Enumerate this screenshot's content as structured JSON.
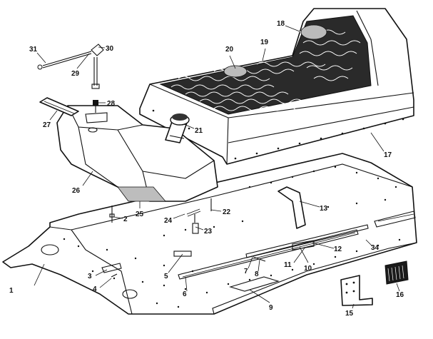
{
  "parts": [
    {
      "id": "p1",
      "label": "1"
    },
    {
      "id": "p2",
      "label": "2"
    },
    {
      "id": "p3",
      "label": "3"
    },
    {
      "id": "p4",
      "label": "4"
    },
    {
      "id": "p5",
      "label": "5"
    },
    {
      "id": "p6",
      "label": "6"
    },
    {
      "id": "p7",
      "label": "7"
    },
    {
      "id": "p8",
      "label": "8"
    },
    {
      "id": "p9",
      "label": "9"
    },
    {
      "id": "p10",
      "label": "10"
    },
    {
      "id": "p11",
      "label": "11"
    },
    {
      "id": "p12",
      "label": "12"
    },
    {
      "id": "p13",
      "label": "13"
    },
    {
      "id": "p15",
      "label": "15"
    },
    {
      "id": "p16",
      "label": "16"
    },
    {
      "id": "p17",
      "label": "17"
    },
    {
      "id": "p18",
      "label": "18"
    },
    {
      "id": "p19",
      "label": "19"
    },
    {
      "id": "p20",
      "label": "20"
    },
    {
      "id": "p21",
      "label": "21"
    },
    {
      "id": "p22",
      "label": "22"
    },
    {
      "id": "p23",
      "label": "23"
    },
    {
      "id": "p24",
      "label": "24"
    },
    {
      "id": "p25",
      "label": "25"
    },
    {
      "id": "p26",
      "label": "26"
    },
    {
      "id": "p27",
      "label": "27"
    },
    {
      "id": "p28",
      "label": "28"
    },
    {
      "id": "p29",
      "label": "29"
    },
    {
      "id": "p30",
      "label": "30"
    },
    {
      "id": "p31",
      "label": "31"
    },
    {
      "id": "p34",
      "label": "34"
    }
  ]
}
